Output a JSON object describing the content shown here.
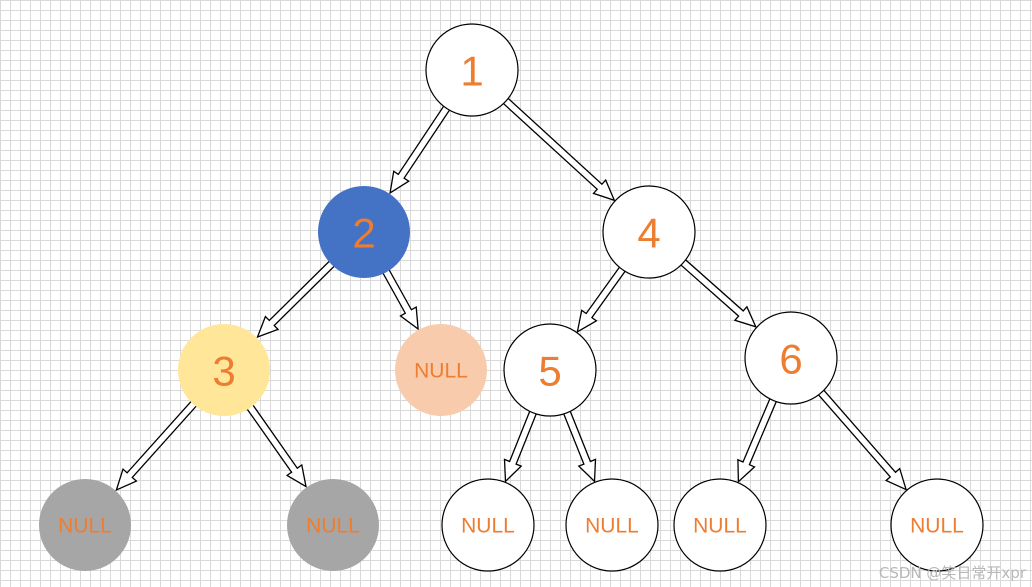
{
  "colors": {
    "label": "#ed7d31",
    "stroke": "#000000",
    "fill_default": "#ffffff",
    "fill_blue": "#4472c4",
    "fill_yellow": "#ffe699",
    "fill_peach": "#f8cbad",
    "fill_gray": "#a6a6a6"
  },
  "nodes": {
    "n1": {
      "label": "1",
      "fill": "#ffffff"
    },
    "n2": {
      "label": "2",
      "fill": "#4472c4"
    },
    "n4": {
      "label": "4",
      "fill": "#ffffff"
    },
    "n3": {
      "label": "3",
      "fill": "#ffe699"
    },
    "n2r": {
      "label": "NULL",
      "fill": "#f8cbad"
    },
    "n5": {
      "label": "5",
      "fill": "#ffffff"
    },
    "n6": {
      "label": "6",
      "fill": "#ffffff"
    },
    "n3l": {
      "label": "NULL",
      "fill": "#a6a6a6"
    },
    "n3r": {
      "label": "NULL",
      "fill": "#a6a6a6"
    },
    "n5l": {
      "label": "NULL",
      "fill": "#ffffff"
    },
    "n5r": {
      "label": "NULL",
      "fill": "#ffffff"
    },
    "n6l": {
      "label": "NULL",
      "fill": "#ffffff"
    },
    "n6r": {
      "label": "NULL",
      "fill": "#ffffff"
    }
  },
  "edges": [
    [
      "n1",
      "n2"
    ],
    [
      "n1",
      "n4"
    ],
    [
      "n2",
      "n3"
    ],
    [
      "n2",
      "n2r"
    ],
    [
      "n3",
      "n3l"
    ],
    [
      "n3",
      "n3r"
    ],
    [
      "n4",
      "n5"
    ],
    [
      "n4",
      "n6"
    ],
    [
      "n5",
      "n5l"
    ],
    [
      "n5",
      "n5r"
    ],
    [
      "n6",
      "n6l"
    ],
    [
      "n6",
      "n6r"
    ]
  ],
  "watermark": "CSDN @笑日常开xpr"
}
